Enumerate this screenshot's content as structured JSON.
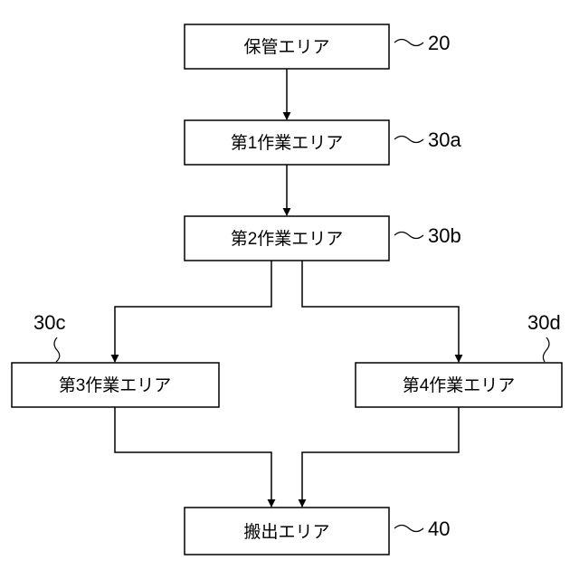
{
  "boxes": {
    "storage": {
      "label": "保管エリア",
      "ref": "20"
    },
    "work1": {
      "label": "第1作業エリア",
      "ref": "30a"
    },
    "work2": {
      "label": "第2作業エリア",
      "ref": "30b"
    },
    "work3": {
      "label": "第3作業エリア",
      "ref": "30c"
    },
    "work4": {
      "label": "第4作業エリア",
      "ref": "30d"
    },
    "carryout": {
      "label": "搬出エリア",
      "ref": "40"
    }
  },
  "colors": {
    "line": "#000000",
    "background": "#ffffff"
  }
}
